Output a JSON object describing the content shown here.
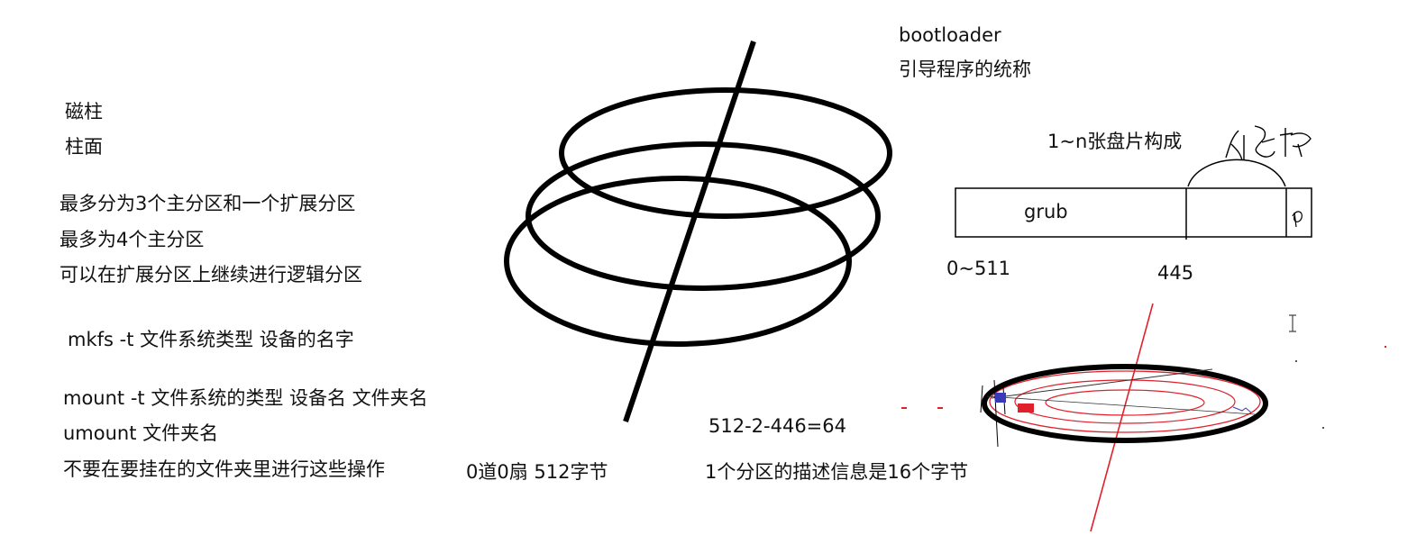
{
  "left_notes": {
    "cylinder_1": "磁柱",
    "cylinder_2": "柱面",
    "partition_rule_1": "最多分为3个主分区和一个扩展分区",
    "partition_rule_2": "最多为4个主分区",
    "partition_rule_3": "可以在扩展分区上继续进行逻辑分区",
    "mkfs_cmd": "mkfs -t  文件系统类型  设备的名字",
    "mount_cmd": "mount -t 文件系统的类型  设备名   文件夹名",
    "umount_cmd": "umount  文件夹名",
    "warning": "不要在要挂在的文件夹里进行这些操作"
  },
  "center_notes": {
    "sector_info": "0道0扇  512字节",
    "calc": "512-2-446=64",
    "partition_desc": "1个分区的描述信息是16个字节"
  },
  "right_notes": {
    "bootloader": "bootloader",
    "bootloader_desc": "引导程序的统称",
    "platters": "1~n张盘片构成",
    "handwriting": "分区表",
    "grub_label": "grub",
    "range_label": "0~511",
    "offset_label": "445"
  },
  "colors": {
    "ink": "#000000",
    "red_ink": "#e0202a",
    "blue_marker": "#3a3ab8"
  }
}
